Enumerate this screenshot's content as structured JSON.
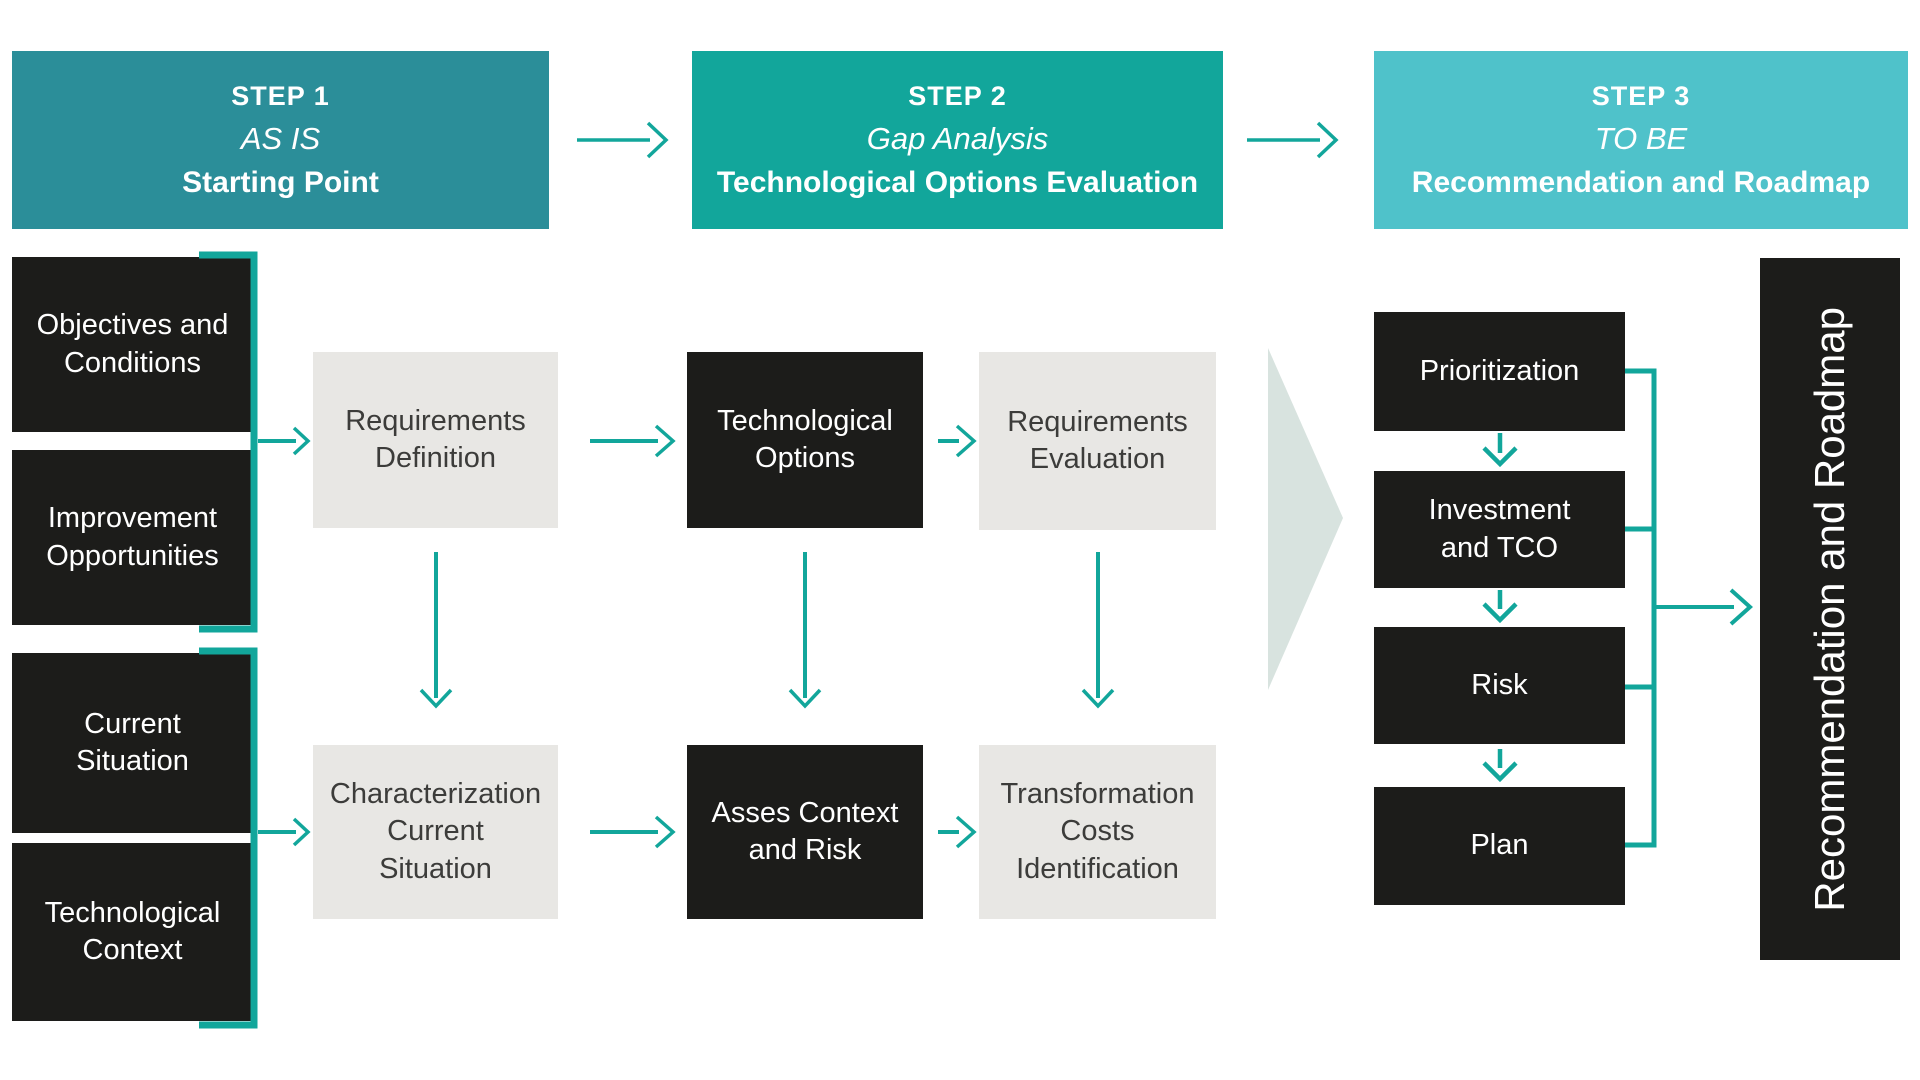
{
  "colors": {
    "teal-dark": "#2b8e99",
    "teal": "#12a69b",
    "teal-light": "#4fc2ca",
    "ink": "#1c1c1a",
    "panel-gray": "#e8e7e4",
    "pale-arrow": "#d8e3df",
    "text-dark": "#3c3c3a"
  },
  "steps": [
    {
      "label": "STEP 1",
      "subtitle": "AS IS",
      "title": "Starting Point"
    },
    {
      "label": "STEP 2",
      "subtitle": "Gap Analysis",
      "title": "Technological Options Evaluation"
    },
    {
      "label": "STEP 3",
      "subtitle": "TO BE",
      "title": "Recommendation and Roadmap"
    }
  ],
  "inputs": [
    "Objectives and\nConditions",
    "Improvement\nOpportunities",
    "Current\nSituation",
    "Technological\nContext"
  ],
  "process": {
    "row1": [
      "Requirements\nDefinition",
      "Technological\nOptions",
      "Requirements\nEvaluation"
    ],
    "row2": [
      "Characterization\nCurrent\nSituation",
      "Asses Context\nand Risk",
      "Transformation\nCosts\nIdentification"
    ]
  },
  "outputs": [
    "Prioritization",
    "Investment\nand TCO",
    "Risk",
    "Plan"
  ],
  "final_box": "Recommendation and Roadmap"
}
